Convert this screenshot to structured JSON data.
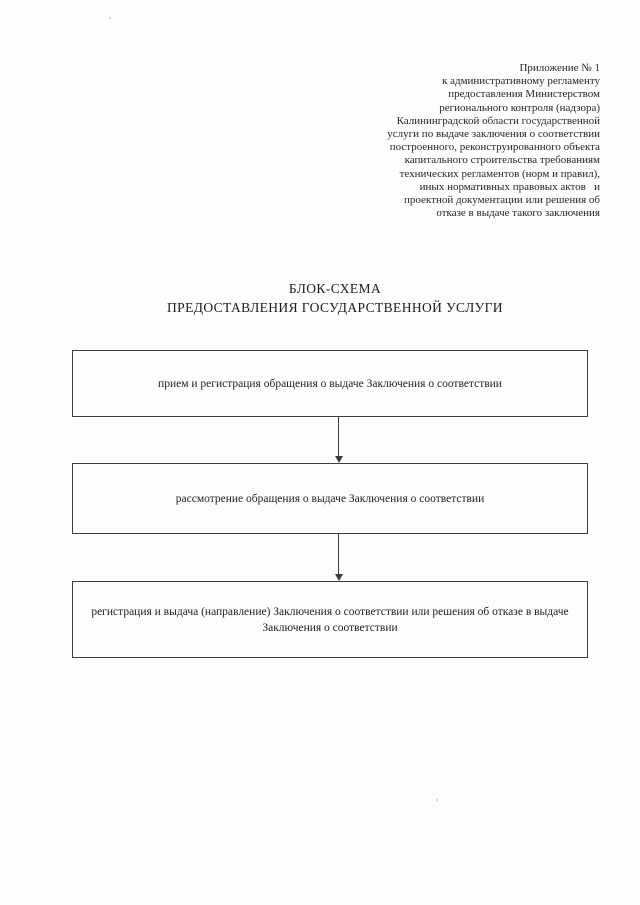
{
  "page": {
    "appendix": {
      "lines": [
        "Приложение № 1",
        "к административному регламенту",
        "предоставления Министерством",
        "регионального контроля (надзора)",
        "Калининградской области государственной",
        "услуги по выдаче заключения о соответствии",
        "построенного, реконструированного объекта",
        "капитального строительства требованиям",
        "технических регламентов (норм и правил),",
        "иных нормативных правовых актов   и",
        "проектной документации или решения об",
        "отказе в выдаче такого заключения"
      ]
    },
    "title": {
      "line1": "БЛОК-СХЕМА",
      "line2": "ПРЕДОСТАВЛЕНИЯ ГОСУДАРСТВЕННОЙ УСЛУГИ"
    },
    "flowchart": {
      "steps": [
        {
          "label": "прием и регистрация обращения о выдаче Заключения о соответствии"
        },
        {
          "label": "рассмотрение обращения о выдаче Заключения о соответствии"
        },
        {
          "label": "регистрация и выдача (направление) Заключения о соответствии или решения об отказе в выдаче Заключения о соответствии"
        }
      ]
    }
  }
}
